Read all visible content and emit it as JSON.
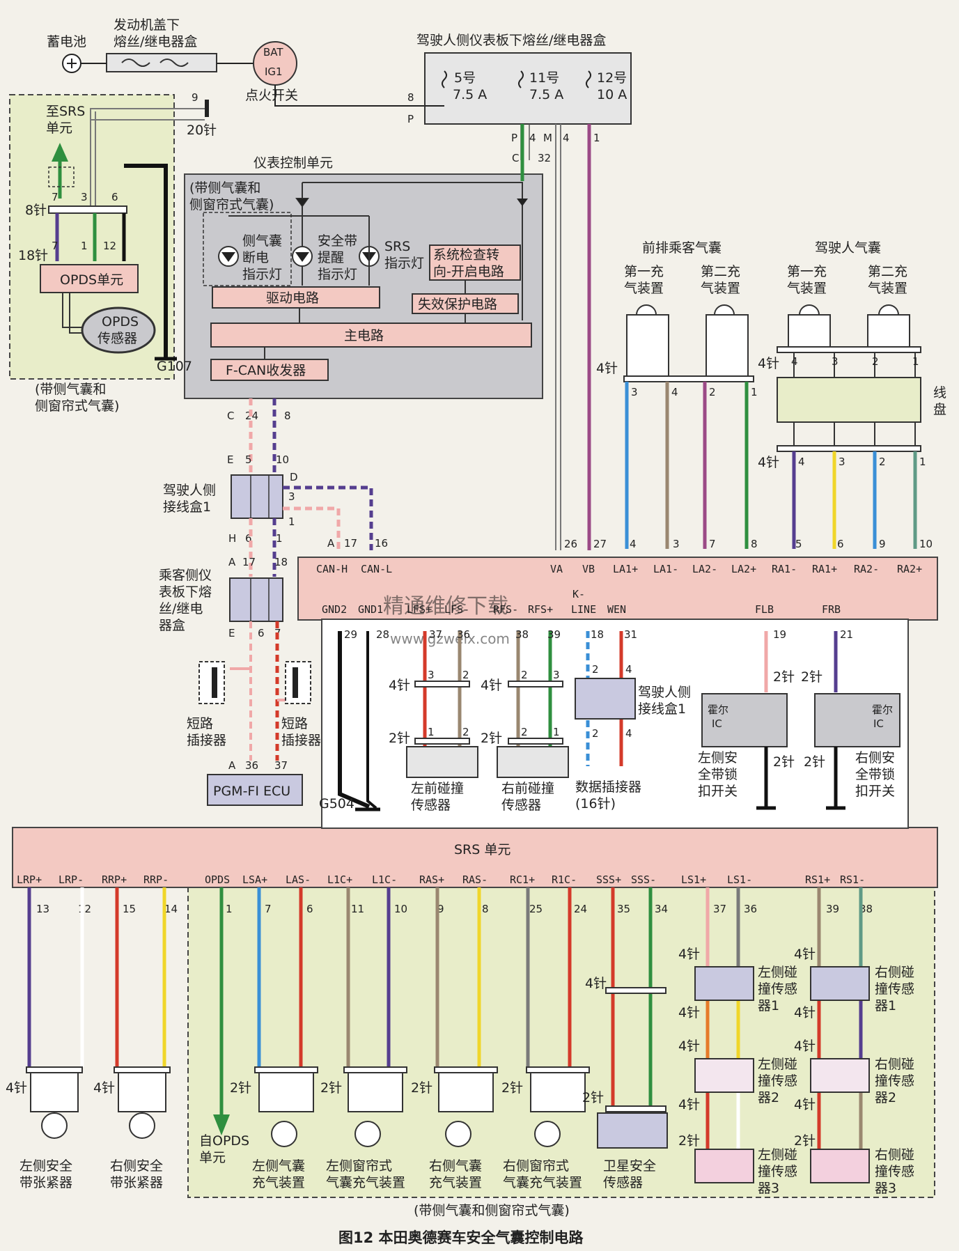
{
  "caption": "图12 本田奥德赛车安全气囊控制电路",
  "labels": {
    "battery": "蓄电池",
    "engine_fuse_box": [
      "发动机盖下",
      "熔丝/继电器盒"
    ],
    "driver_fuse_box": "驾驶人侧仪表板下熔丝/继电器盒",
    "ignition": "点火开关",
    "bat": "BAT",
    "ig1": "IG1",
    "fuse5": [
      "5号",
      "7.5 A"
    ],
    "fuse11": [
      "11号",
      "7.5 A"
    ],
    "fuse12": [
      "12号",
      "10 A"
    ],
    "to_srs": [
      "至SRS",
      "单元"
    ],
    "pin20": "20针",
    "pin8": "8针",
    "pin18": "18针",
    "opds_unit": "OPDS单元",
    "opds_sensor": [
      "OPDS",
      "传感器"
    ],
    "g107": "G107",
    "side_airbag_note1": [
      "(带侧气囊和",
      "侧窗帘式气囊)"
    ],
    "meter_unit": "仪表控制单元",
    "meter_note": [
      "(带侧气囊和",
      "侧窗帘式气囊)"
    ],
    "side_off_lamp": [
      "侧气囊",
      "断电",
      "指示灯"
    ],
    "belt_lamp": [
      "安全带",
      "提醒",
      "指示灯"
    ],
    "srs_lamp": [
      "SRS",
      "指示灯"
    ],
    "sys_check": [
      "系统检查转",
      "向-开启电路"
    ],
    "drive_circuit": "驱动电路",
    "failsafe": "失效保护电路",
    "main_circuit": "主电路",
    "fcan": "F-CAN收发器",
    "junction1": [
      "驾驶人侧",
      "接线盒1"
    ],
    "passenger_fuse_box": [
      "乘客侧仪",
      "表板下熔",
      "丝/继电",
      "器盒"
    ],
    "short_conn": [
      "短路",
      "插接器"
    ],
    "pgm_ecu": "PGM-FI ECU",
    "g504": "G504",
    "front_pass_airbag": "前排乘客气囊",
    "driver_airbag": "驾驶人气囊",
    "stage1": [
      "第一充",
      "气装置"
    ],
    "stage2": [
      "第二充",
      "气装置"
    ],
    "cable_reel": [
      "线",
      "盘"
    ],
    "pin4": "4针",
    "pin2": "2针",
    "lf_impact": [
      "左前碰撞",
      "传感器"
    ],
    "rf_impact": [
      "右前碰撞",
      "传感器"
    ],
    "data_conn": [
      "数据插接器",
      "(16针)"
    ],
    "junction1b": [
      "驾驶人侧",
      "接线盒1"
    ],
    "hall_ic": [
      "霍尔",
      "IC"
    ],
    "l_buckle": [
      "左侧安",
      "全带锁",
      "扣开关"
    ],
    "r_buckle": [
      "右侧安",
      "全带锁",
      "扣开关"
    ],
    "srs_unit": "SRS 单元",
    "l_tensioner": [
      "左侧安全",
      "带张紧器"
    ],
    "r_tensioner": [
      "右侧安全",
      "带张紧器"
    ],
    "from_opds": [
      "自OPDS",
      "单元"
    ],
    "l_side_inflator": [
      "左侧气囊",
      "充气装置"
    ],
    "l_curtain_inflator": [
      "左侧窗帘式",
      "气囊充气装置"
    ],
    "r_side_inflator": [
      "右侧气囊",
      "充气装置"
    ],
    "r_curtain_inflator": [
      "右侧窗帘式",
      "气囊充气装置"
    ],
    "satellite": [
      "卫星安全",
      "传感器"
    ],
    "l_side_s1": [
      "左侧碰",
      "撞传感",
      "器1"
    ],
    "l_side_s2": [
      "左侧碰",
      "撞传感",
      "器2"
    ],
    "l_side_s3": [
      "左侧碰",
      "撞传感",
      "器3"
    ],
    "r_side_s1": [
      "右侧碰",
      "撞传感",
      "器1"
    ],
    "r_side_s2": [
      "右侧碰",
      "撞传感",
      "器2"
    ],
    "r_side_s3": [
      "右侧碰",
      "撞传感",
      "器3"
    ],
    "bottom_note": "(带侧气囊和侧窗帘式气囊)",
    "watermark": "精通维修下载",
    "watermark_url": "www.gzweix.com"
  },
  "signals": {
    "top_row": [
      "CAN-H",
      "CAN-L",
      "VA",
      "VB",
      "LA1+",
      "LA1-",
      "LA2-",
      "LA2+",
      "RA1-",
      "RA1+",
      "RA2-",
      "RA2+"
    ],
    "mid_row": [
      "GND2",
      "GND1",
      "LFS+",
      "LFS-",
      "RFS-",
      "RFS+",
      "K-",
      "LINE",
      "WEN",
      "FLB",
      "FRB"
    ],
    "srs_row": [
      "LRP+",
      "LRP-",
      "RRP+",
      "RRP-",
      "OPDS",
      "LSA+",
      "LAS-",
      "L1C+",
      "L1C-",
      "RAS+",
      "RAS-",
      "RC1+",
      "R1C-",
      "SSS+",
      "SSS-",
      "LS1+",
      "LS1-",
      "RS1+",
      "RS1-"
    ]
  },
  "pins": {
    "top_pins": [
      "26",
      "27",
      "4",
      "3",
      "7",
      "8",
      "5",
      "6",
      "9",
      "10"
    ],
    "mid_pins": [
      "29",
      "28",
      "37",
      "36",
      "38",
      "39",
      "18",
      "31",
      "19",
      "21"
    ],
    "srs_pins": [
      "13",
      "12",
      "15",
      "14",
      "1",
      "7",
      "6",
      "11",
      "10",
      "9",
      "8",
      "25",
      "24",
      "35",
      "34",
      "37",
      "36",
      "39",
      "38"
    ],
    "can_pins": [
      "17",
      "16"
    ]
  },
  "wire_colors": {
    "blue": "#3a8fd6",
    "brown": "#9a8770",
    "purple": "#9b4a86",
    "green": "#2f8f3f",
    "violet": "#553e8f",
    "yellow": "#f0d62a",
    "teal": "#5f9a86",
    "red": "#d43a2a",
    "pink": "#f0a8a8",
    "black": "#1a1a1a",
    "gray": "#7a7a7a",
    "orange": "#e67a2a"
  }
}
